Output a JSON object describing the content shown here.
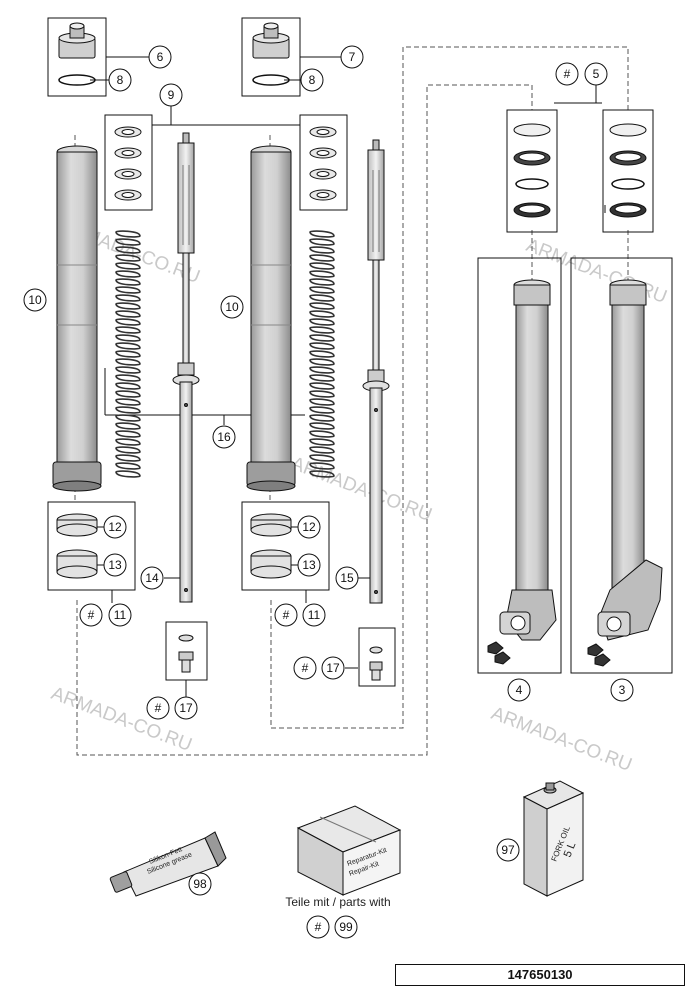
{
  "callouts": {
    "c3": "3",
    "c4": "4",
    "c5": "5",
    "c6": "6",
    "c7": "7",
    "c8": "8",
    "c9": "9",
    "c10": "10",
    "c11": "11",
    "c12": "12",
    "c13": "13",
    "c14": "14",
    "c15": "15",
    "c16": "16",
    "c17": "17",
    "c97": "97",
    "c98": "98",
    "c99": "99",
    "hash": "#"
  },
  "watermark": "ARMADA-CO.RU",
  "parts_caption": "Teile mit / parts with",
  "labels": {
    "repair_kit_line1": "Reparatur-Kit",
    "repair_kit_line2": "Repair-Kit",
    "grease_line1": "Silikon-Fett",
    "grease_line2": "Silicone grease",
    "oil_line1": "FORK OIL",
    "oil_line2": "5 L"
  },
  "drawing_number": "147650130"
}
